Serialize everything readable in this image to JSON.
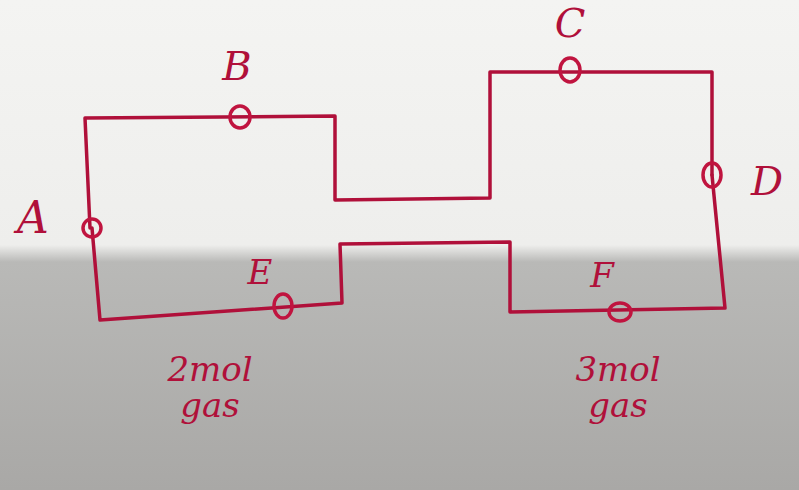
{
  "diagram": {
    "labels": [
      "A",
      "B",
      "C",
      "D",
      "E",
      "F",
      "2mol gas",
      "3mol gas"
    ]
  }
}
